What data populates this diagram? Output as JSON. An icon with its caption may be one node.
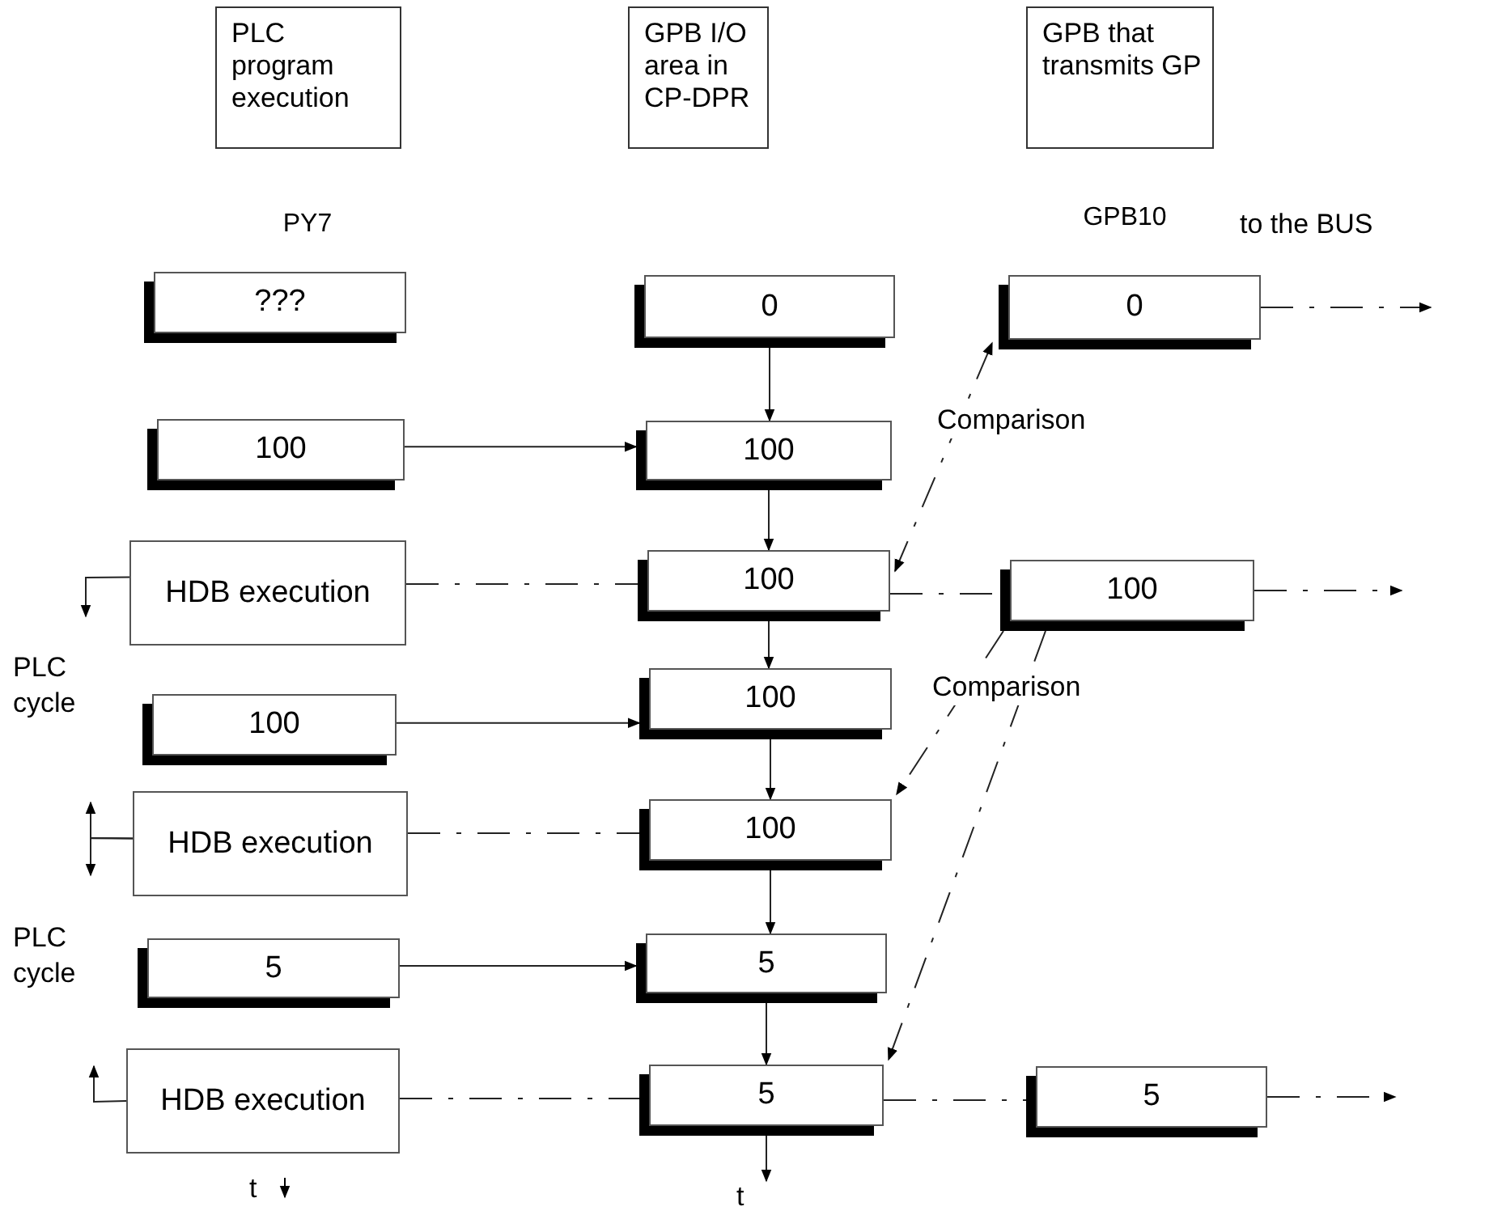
{
  "diagram": {
    "nodes": [
      {
        "text": [
          "PLC program execution"
        ],
        "beside": [
          "PY7"
        ]
      },
      {
        "text": [
          "GPB I/O area in CP-DPR"
        ]
      },
      {
        "text": [
          "GPB that transmits GP"
        ],
        "beside": [
          "GPB10"
        ]
      },
      {
        "text": [
          "???"
        ]
      },
      {
        "text": [
          "0"
        ]
      },
      {
        "text": [
          "0"
        ]
      },
      {
        "text": [
          "100"
        ]
      },
      {
        "text": [
          "100"
        ]
      },
      {
        "text": [
          "HDB execution"
        ]
      },
      {
        "text": [
          "100"
        ]
      },
      {
        "text": [
          "100"
        ]
      },
      {
        "text": [
          "100"
        ]
      },
      {
        "text": [
          "100"
        ]
      },
      {
        "text": [
          "HDB execution"
        ]
      },
      {
        "text": [
          "100"
        ]
      },
      {
        "text": [
          "5"
        ]
      },
      {
        "text": [
          "5"
        ]
      },
      {
        "text": [
          "HDB execution"
        ]
      },
      {
        "text": [
          "5"
        ]
      },
      {
        "text": [
          "5"
        ]
      },
      {
        "text": [
          "t"
        ]
      }
    ],
    "edges": [
      {
        "from": 4,
        "to": 7,
        "arrow": "to"
      },
      {
        "from": 7,
        "to": 9,
        "arrow": "to"
      },
      {
        "from": 9,
        "to": 12,
        "arrow": "to"
      },
      {
        "from": 12,
        "to": 14,
        "arrow": "to"
      },
      {
        "from": 14,
        "to": 16,
        "arrow": "to"
      },
      {
        "from": 16,
        "to": 18,
        "arrow": "to"
      },
      {
        "from": 18,
        "to": 20,
        "arrow": "to"
      },
      {
        "from": 6,
        "to": 7,
        "arrow": "to"
      },
      {
        "from": 11,
        "to": 12,
        "arrow": "to"
      },
      {
        "from": 15,
        "to": 16,
        "arrow": "to"
      },
      {
        "from": 8,
        "to": 9,
        "arrow": "none",
        "style": "dashed"
      },
      {
        "from": 13,
        "to": 14,
        "arrow": "none",
        "style": "dashed"
      },
      {
        "from": 17,
        "to": 18,
        "arrow": "none",
        "style": "dashed"
      },
      {
        "from": 9,
        "to": 10,
        "arrow": "none",
        "style": "dashed"
      },
      {
        "from": 18,
        "to": 19,
        "arrow": "none",
        "style": "dashed"
      },
      {
        "from": 5,
        "to": null,
        "arrow": "to",
        "style": "dashed"
      },
      {
        "from": 10,
        "to": null,
        "arrow": "to",
        "style": "dashed"
      },
      {
        "from": 19,
        "to": null,
        "arrow": "to",
        "style": "dashed"
      },
      {
        "from": 9,
        "to": 5,
        "arrow": "both",
        "style": "dashed"
      },
      {
        "from": 10,
        "to": 14,
        "arrow": "to",
        "style": "dashed"
      },
      {
        "from": 10,
        "to": 18,
        "arrow": "to",
        "style": "dashed"
      },
      {
        "from": 8,
        "to": null,
        "arrow": "to"
      },
      {
        "from": 13,
        "to": null,
        "arrow": "to"
      },
      {
        "from": 13,
        "to": null,
        "arrow": "to"
      },
      {
        "from": 17,
        "to": null,
        "arrow": "to"
      }
    ],
    "labels": [
      "to the BUS",
      "Comparison",
      "PLC cycle",
      "Comparison",
      "PLC cycle",
      "t"
    ]
  }
}
